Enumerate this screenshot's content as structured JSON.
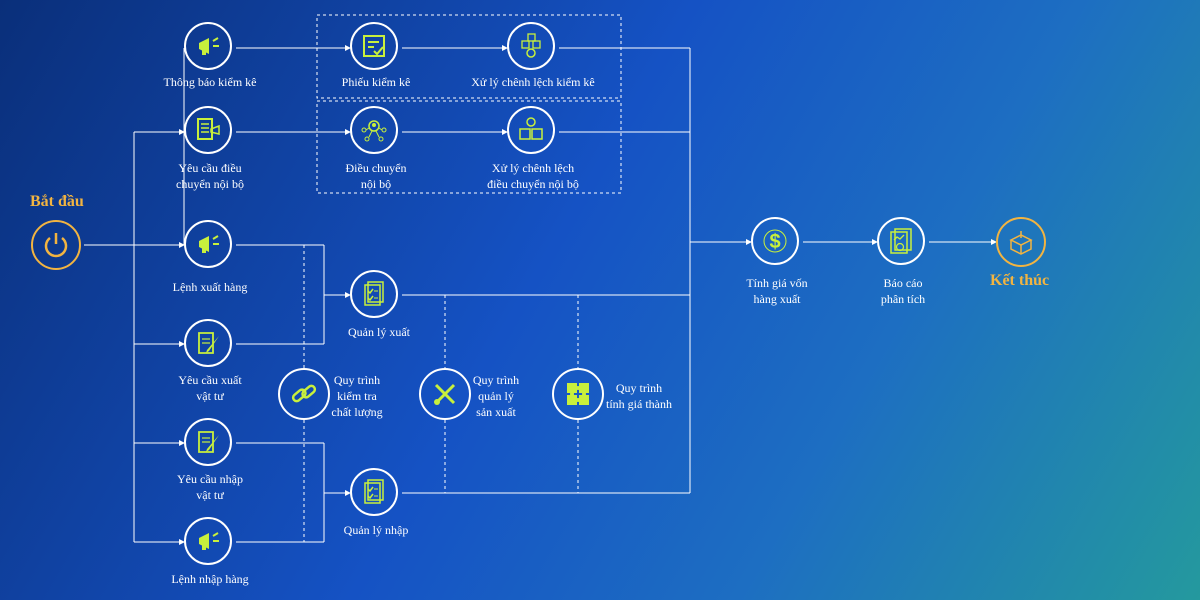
{
  "colors": {
    "accent": "#c8f03c",
    "gold": "#f2b441",
    "line": "#ffffff"
  },
  "start": {
    "label": "Bắt đầu",
    "icon": "power-icon"
  },
  "end": {
    "label": "Kết thúc",
    "icon": "open-box-icon"
  },
  "left_nodes": [
    {
      "label_l1": "Thông báo kiểm kê",
      "label_l2": "",
      "icon": "megaphone-icon"
    },
    {
      "label_l1": "Yêu cầu điều",
      "label_l2": "chuyển nội bộ",
      "icon": "document-request-icon"
    },
    {
      "label_l1": "Lệnh xuất hàng",
      "label_l2": "",
      "icon": "megaphone-icon"
    },
    {
      "label_l1": "Yêu cầu xuất",
      "label_l2": "vật tư",
      "icon": "paper-quill-icon"
    },
    {
      "label_l1": "Yêu cầu nhập",
      "label_l2": "vật tư",
      "icon": "paper-quill-icon"
    },
    {
      "label_l1": "Lệnh nhập hàng",
      "label_l2": "",
      "icon": "megaphone-icon"
    }
  ],
  "inventory_group": [
    {
      "label_l1": "Phiếu kiểm kê",
      "label_l2": "",
      "icon": "checklist-icon"
    },
    {
      "label_l1": "Xử lý chênh lệch kiểm kê",
      "label_l2": "",
      "icon": "boxes-gear-icon"
    }
  ],
  "transfer_group": [
    {
      "label_l1": "Điều chuyển",
      "label_l2": "nội bộ",
      "icon": "network-person-icon"
    },
    {
      "label_l1": "Xử lý chênh lệch",
      "label_l2": "điều chuyển nội bộ",
      "icon": "boxes-coin-icon"
    }
  ],
  "export_mgmt": {
    "label": "Quản lý xuất",
    "icon": "documents-check-icon"
  },
  "import_mgmt": {
    "label": "Quản lý nhập",
    "icon": "documents-check-icon"
  },
  "processes": [
    {
      "l1": "Quy trình",
      "l2": "kiểm tra",
      "l3": "chất lượng",
      "icon": "chain-link-icon"
    },
    {
      "l1": "Quy trình",
      "l2": "quản lý",
      "l3": "sản xuất",
      "icon": "tools-icon"
    },
    {
      "l1": "Quy trình",
      "l2": "tính giá thành",
      "l3": "",
      "icon": "puzzle-icon"
    }
  ],
  "right_nodes": [
    {
      "label_l1": "Tính giá vốn",
      "label_l2": "hàng xuất",
      "icon": "dollar-icon"
    },
    {
      "label_l1": "Báo cáo",
      "label_l2": "phân tích",
      "icon": "report-chart-icon"
    }
  ]
}
